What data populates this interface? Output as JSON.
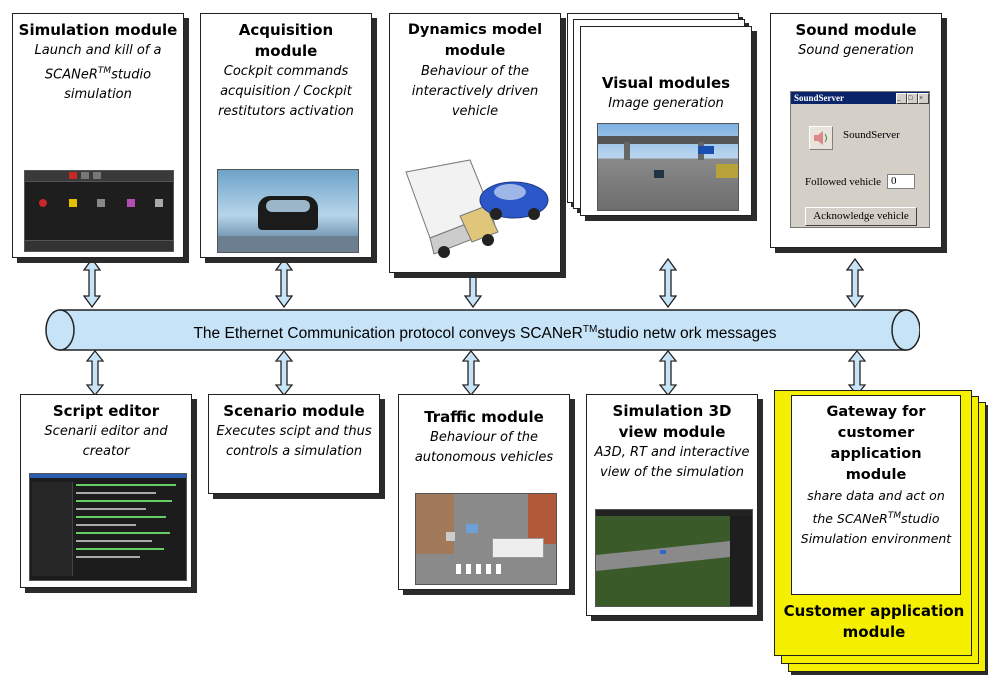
{
  "modules_top": [
    {
      "title": "Simulation module",
      "subtitle_a": "Launch and kill of a",
      "subtitle_b": "SCANeR",
      "subtitle_sup": "TM",
      "subtitle_c": "studio",
      "subtitle_d": "simulation"
    },
    {
      "title": "Acquisition module",
      "subtitle": "Cockpit commands acquisition / Cockpit restitutors activation"
    },
    {
      "title": "Dynamics model module",
      "subtitle": "Behaviour of the interactively driven vehicle"
    },
    {
      "title": "Visual modules",
      "subtitle": "Image generation"
    },
    {
      "title": "Sound module",
      "subtitle": "Sound generation"
    }
  ],
  "sound_window": {
    "title": "SoundServer",
    "label": "SoundServer",
    "followed_label": "Followed vehicle",
    "followed_value": "0",
    "button": "Acknowledge vehicle"
  },
  "bus": {
    "text_a": "The Ethernet Communication protocol conveys SCANeR",
    "sup": "TM",
    "text_b": "studio netw ork messages"
  },
  "modules_bottom": [
    {
      "title": "Script editor",
      "subtitle": "Scenarii editor and creator"
    },
    {
      "title": "Scenario module",
      "subtitle": "Executes scipt and thus controls a simulation"
    },
    {
      "title": "Traffic module",
      "subtitle": "Behaviour of the autonomous vehicles"
    },
    {
      "title": "Simulation 3D view module",
      "subtitle": "A3D, RT and interactive view of the simulation"
    },
    {
      "title": "Gateway for customer application module",
      "subtitle_a": "share data and act on",
      "subtitle_b": "the SCANeR",
      "subtitle_sup": "TM",
      "subtitle_c": "studio",
      "subtitle_d": "Simulation environment"
    }
  ],
  "customer_app": {
    "label": "Customer application module"
  },
  "colors": {
    "bus_fill": "#c7e3f7",
    "customer_yellow": "#f5f000",
    "arrow_fill": "#c7e3f7"
  }
}
